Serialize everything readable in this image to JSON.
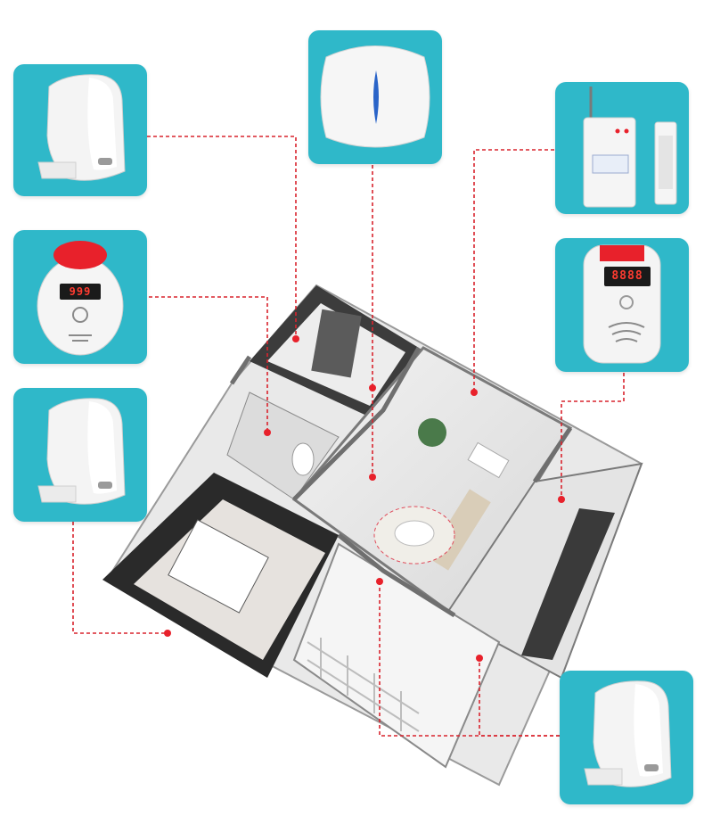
{
  "colors": {
    "card_bg": "#2fb8c9",
    "connector": "#d9232d",
    "device_white": "#f4f4f4",
    "alarm_red": "#e8212b",
    "led_red": "#ff3b30"
  },
  "devices": [
    {
      "name": "pir-motion-sensor",
      "icon": "motion-sensor-icon"
    },
    {
      "name": "wireless-alarm-hub",
      "icon": "alarm-hub-icon"
    },
    {
      "name": "door-window-sensor",
      "icon": "door-sensor-icon"
    },
    {
      "name": "co-detector",
      "icon": "co-detector-icon",
      "display": "999"
    },
    {
      "name": "gas-leak-detector",
      "icon": "gas-detector-icon",
      "display": "8888"
    },
    {
      "name": "pir-motion-sensor",
      "icon": "motion-sensor-icon"
    },
    {
      "name": "pir-motion-sensor",
      "icon": "motion-sensor-icon"
    }
  ]
}
